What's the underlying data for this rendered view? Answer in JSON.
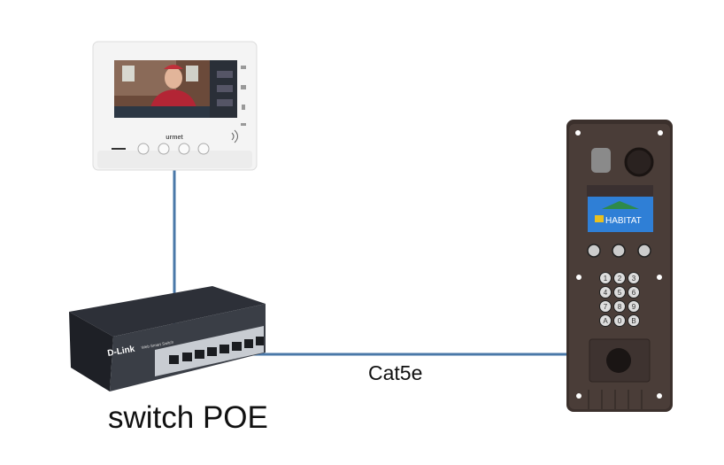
{
  "diagram": {
    "labels": {
      "cable": "Cat5e",
      "switch": "switch POE"
    },
    "devices": {
      "monitor_brand": "urmet",
      "switch_brand": "D-Link",
      "switch_series": "Web Smart Switch",
      "panel_screen_text": "HABITAT",
      "keypad_keys": [
        "1",
        "2",
        "3",
        "4",
        "5",
        "6",
        "7",
        "8",
        "9",
        "A",
        "0",
        "B"
      ]
    },
    "colors": {
      "cable": "#4a78a8",
      "panel": "#3b302c",
      "screen": "#2f7fd6"
    }
  }
}
